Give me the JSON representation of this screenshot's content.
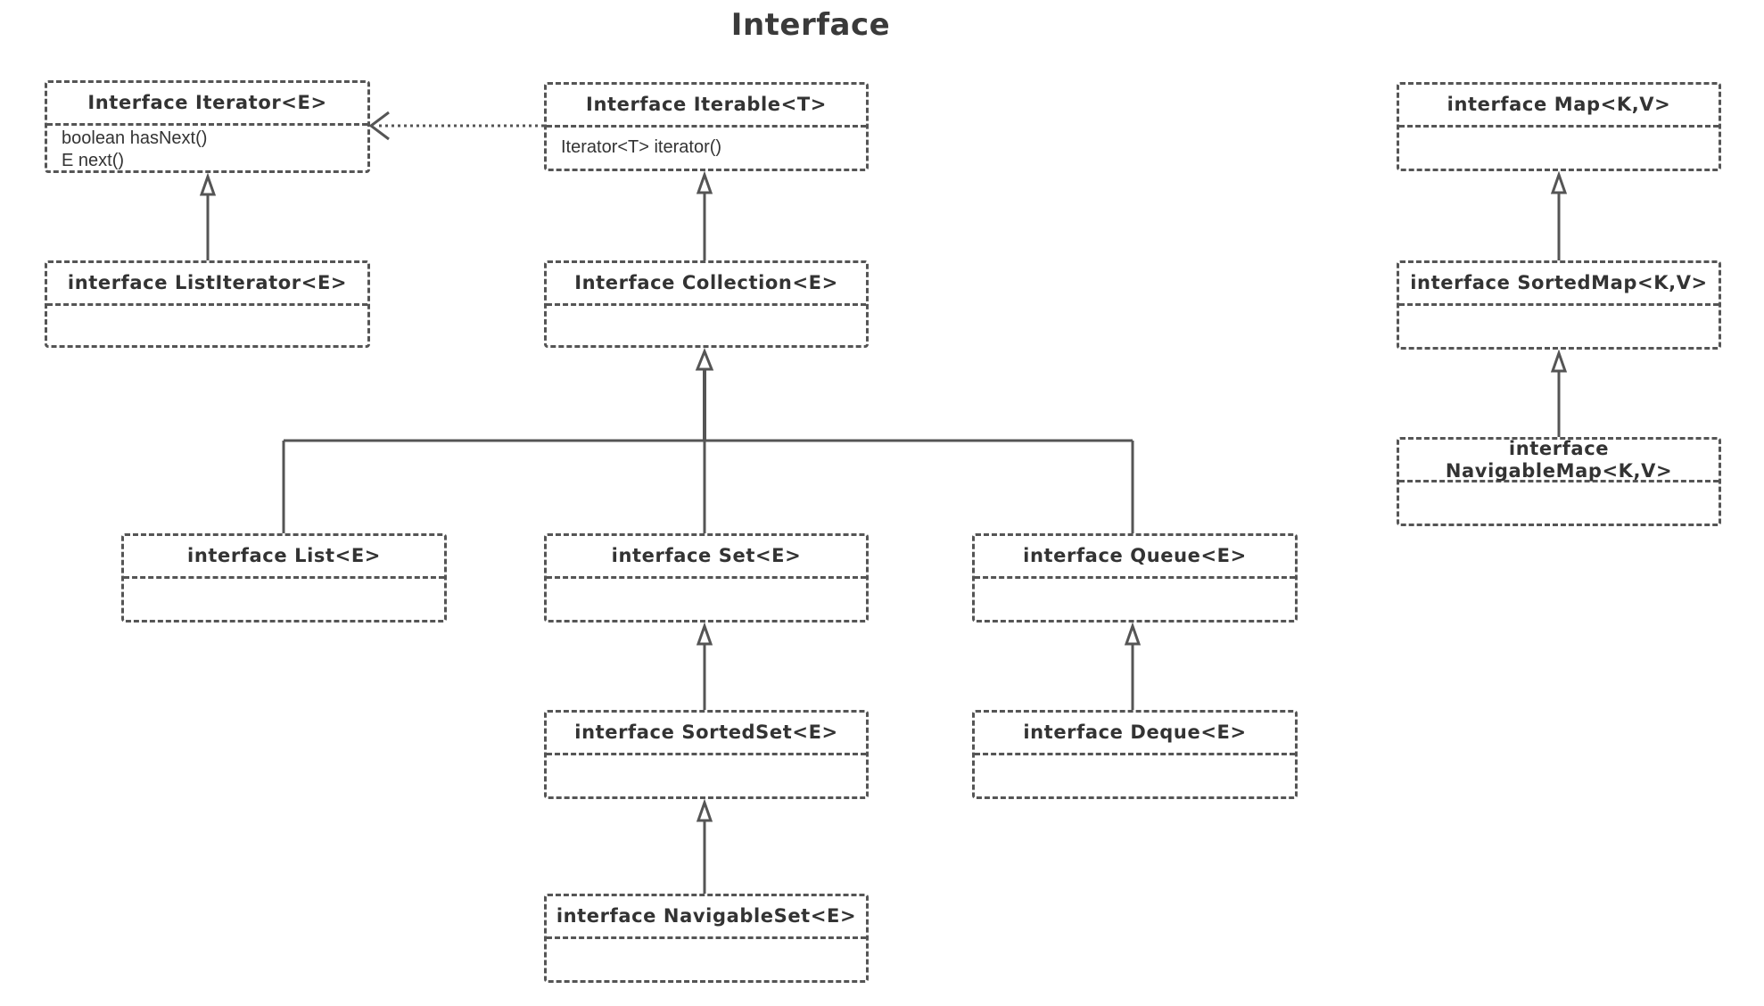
{
  "title": "Interface",
  "boxes": {
    "iterator": {
      "name": "Interface Iterator<E>",
      "members": [
        "boolean hasNext()",
        "E next()"
      ]
    },
    "iterable": {
      "name": "Interface Iterable<T>",
      "members": [
        "Iterator<T> iterator()"
      ]
    },
    "map": {
      "name": "interface Map<K,V>",
      "members": []
    },
    "list_iterator": {
      "name": "interface ListIterator<E>",
      "members": []
    },
    "collection": {
      "name": "Interface Collection<E>",
      "members": []
    },
    "sorted_map": {
      "name": "interface SortedMap<K,V>",
      "members": []
    },
    "navigable_map": {
      "name": "interface NavigableMap<K,V>",
      "members": []
    },
    "list": {
      "name": "interface List<E>",
      "members": []
    },
    "set": {
      "name": "interface Set<E>",
      "members": []
    },
    "queue": {
      "name": "interface Queue<E>",
      "members": []
    },
    "sorted_set": {
      "name": "interface SortedSet<E>",
      "members": []
    },
    "deque": {
      "name": "interface Deque<E>",
      "members": []
    },
    "navigable_set": {
      "name": "interface NavigableSet<E>",
      "members": []
    }
  },
  "colors": {
    "line": "#555555",
    "background": "#ffffff",
    "text": "#333333"
  }
}
